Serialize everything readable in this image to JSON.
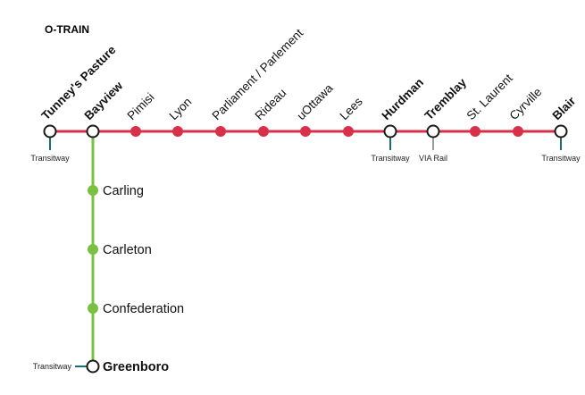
{
  "title": "O-TRAIN",
  "colors": {
    "confederation_line": "#d9304a",
    "trillium_line": "#7ac142",
    "transitway": "#17706f",
    "via_rail": "#9a9a9a",
    "interchange_fill": "#ffffff",
    "interchange_stroke": "#1a1a1a"
  },
  "red_line": {
    "stations": [
      {
        "name": "Tunney's Pasture",
        "major": true,
        "connection": "Transitway"
      },
      {
        "name": "Bayview",
        "major": true,
        "connection": ""
      },
      {
        "name": "Pimisi",
        "major": false,
        "connection": ""
      },
      {
        "name": "Lyon",
        "major": false,
        "connection": ""
      },
      {
        "name": "Parliament / Parlement",
        "major": false,
        "connection": ""
      },
      {
        "name": "Rideau",
        "major": false,
        "connection": ""
      },
      {
        "name": "uOttawa",
        "major": false,
        "connection": ""
      },
      {
        "name": "Lees",
        "major": false,
        "connection": ""
      },
      {
        "name": "Hurdman",
        "major": true,
        "connection": "Transitway"
      },
      {
        "name": "Tremblay",
        "major": true,
        "connection": "VIA Rail"
      },
      {
        "name": "St. Laurent",
        "major": false,
        "connection": ""
      },
      {
        "name": "Cyrville",
        "major": false,
        "connection": ""
      },
      {
        "name": "Blair",
        "major": true,
        "connection": "Transitway"
      }
    ]
  },
  "green_line": {
    "stations": [
      {
        "name": "Carling",
        "major": false,
        "connection": ""
      },
      {
        "name": "Carleton",
        "major": false,
        "connection": ""
      },
      {
        "name": "Confederation",
        "major": false,
        "connection": ""
      },
      {
        "name": "Greenboro",
        "major": true,
        "connection": "Transitway"
      }
    ]
  }
}
